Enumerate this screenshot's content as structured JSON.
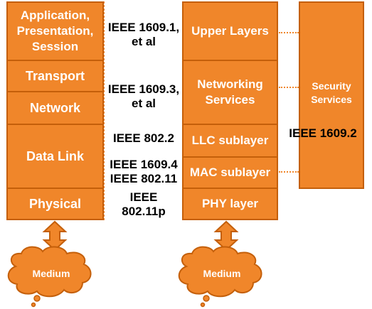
{
  "osi_layers": {
    "application": "Application,\nPresentation,\nSession",
    "transport": "Transport",
    "network": "Network",
    "data_link": "Data Link",
    "physical": "Physical"
  },
  "standards": {
    "upper": "IEEE 1609.1,\net al",
    "networking": "IEEE 1609.3,\net al",
    "llc": "IEEE 802.2",
    "mac": "IEEE 1609.4\nIEEE 802.11",
    "phy": "IEEE\n802.11p"
  },
  "wave_layers": {
    "upper": "Upper Layers",
    "networking": "Networking\nServices",
    "llc": "LLC sublayer",
    "mac": "MAC sublayer",
    "phy": "PHY layer"
  },
  "security": {
    "label": "Security\nServices",
    "standard": "IEEE 1609.2"
  },
  "medium_left": "Medium",
  "medium_right": "Medium",
  "colors": {
    "fill": "#F0862A",
    "border": "#C45F0A",
    "text": "#ffffff"
  }
}
